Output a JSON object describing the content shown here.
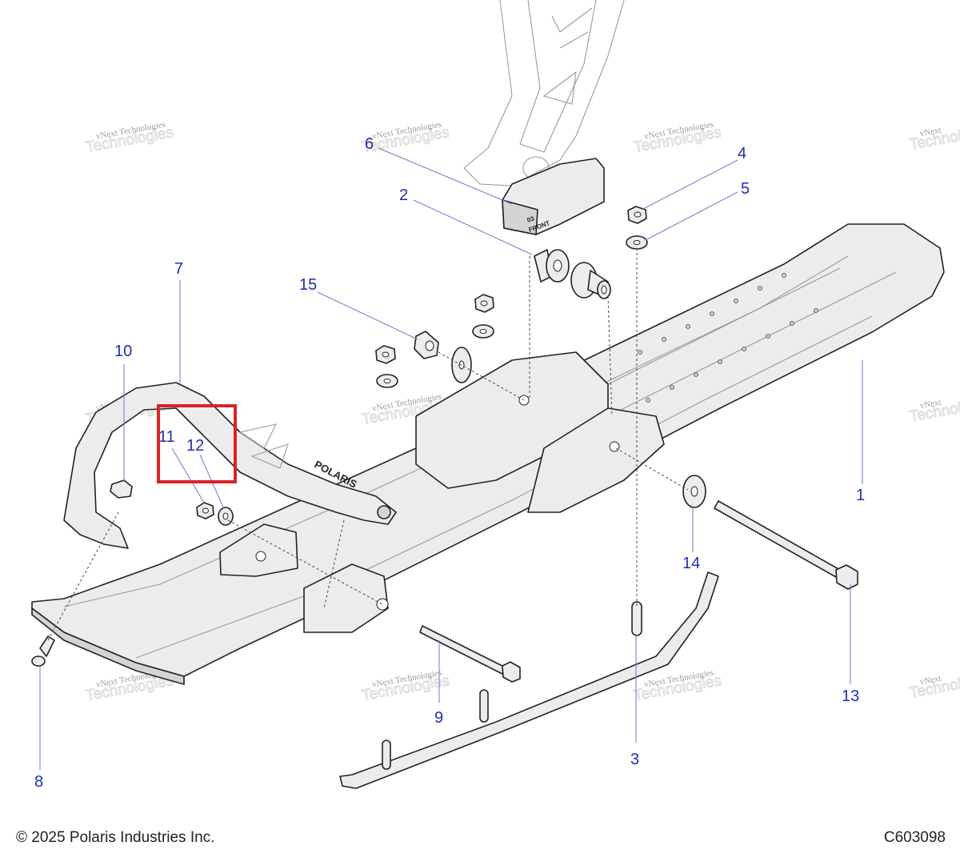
{
  "callouts": [
    {
      "id": "1",
      "label": "1"
    },
    {
      "id": "2",
      "label": "2"
    },
    {
      "id": "3",
      "label": "3"
    },
    {
      "id": "4",
      "label": "4"
    },
    {
      "id": "5",
      "label": "5"
    },
    {
      "id": "6",
      "label": "6"
    },
    {
      "id": "7",
      "label": "7"
    },
    {
      "id": "8",
      "label": "8"
    },
    {
      "id": "9",
      "label": "9"
    },
    {
      "id": "10",
      "label": "10"
    },
    {
      "id": "11",
      "label": "11"
    },
    {
      "id": "12",
      "label": "12"
    },
    {
      "id": "13",
      "label": "13"
    },
    {
      "id": "14",
      "label": "14"
    },
    {
      "id": "15",
      "label": "15"
    }
  ],
  "highlight": {
    "color": "#d8232a",
    "covers": [
      "11",
      "12"
    ]
  },
  "watermark": {
    "line1": "vNext Technologies",
    "line2": "Technologies",
    "prefix": "vNext"
  },
  "ski_logo": "POLARIS",
  "spindle_label": {
    "line1": "03",
    "line2": "FRONT"
  },
  "footer": {
    "copyright": "© 2025 Polaris Industries Inc.",
    "drawing_number": "C603098"
  },
  "colors": {
    "callout": "#1e2fb0",
    "leader": "#6a7ad0",
    "highlight": "#d8232a"
  }
}
